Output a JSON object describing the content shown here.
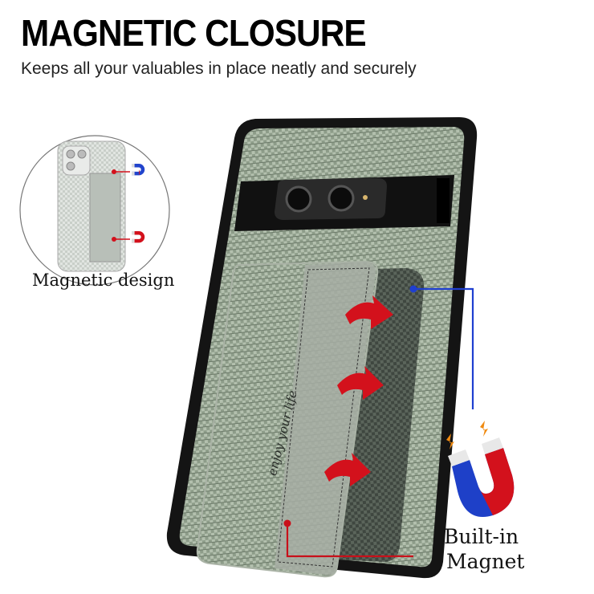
{
  "header": {
    "title": "MAGNETIC CLOSURE",
    "subtitle": "Keeps all your valuables in place neatly and securely"
  },
  "inset": {
    "label": "Magnetic design"
  },
  "callout": {
    "line1": "Built-in",
    "line2": "Magnet"
  },
  "card_engraving": "enjoy your life",
  "colors": {
    "case_green": "#8a9a86",
    "case_black": "#141414",
    "arrow_red": "#d3111c",
    "pointer_blue": "#1f3fd0",
    "pointer_red": "#c8101a"
  }
}
